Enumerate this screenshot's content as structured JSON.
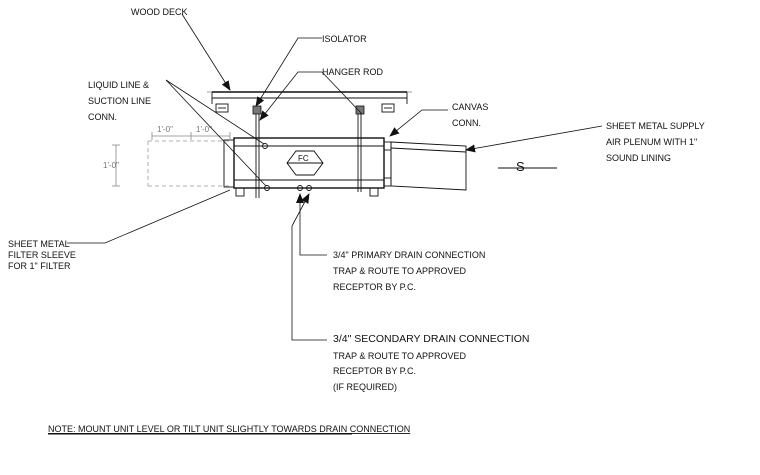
{
  "labels": {
    "wood_deck": "WOOD DECK",
    "isolator": "ISOLATOR",
    "hanger_rod": "HANGER ROD",
    "liquid_line_1": "LIQUID LINE &",
    "liquid_line_2": "SUCTION LINE",
    "liquid_line_3": "CONN.",
    "canvas_1": "CANVAS",
    "canvas_2": "CONN.",
    "supply_1": "SHEET METAL SUPPLY",
    "supply_2": "AIR PLENUM WITH 1\"",
    "supply_3": "SOUND LINING",
    "filter_1": "SHEET METAL",
    "filter_2": "FILTER SLEEVE",
    "filter_3": "FOR 1\" FILTER",
    "primary_1": "3/4\" PRIMARY DRAIN CONNECTION",
    "primary_2": "TRAP & ROUTE TO APPROVED",
    "primary_3": "RECEPTOR BY P.C.",
    "secondary_1": "3/4\" SECONDARY DRAIN CONNECTION",
    "secondary_2": "TRAP & ROUTE TO APPROVED",
    "secondary_3": "RECEPTOR BY P.C.",
    "secondary_4": "(IF REQUIRED)",
    "fc_tag": "FC",
    "supply_symbol": "S",
    "note": "NOTE:  MOUNT UNIT LEVEL OR TILT UNIT SLIGHTLY TOWARDS DRAIN CONNECTION"
  },
  "dimensions": {
    "dim_top_left": "1'-0\"",
    "dim_top_right": "1'-0\"",
    "dim_side": "1'-0\""
  }
}
